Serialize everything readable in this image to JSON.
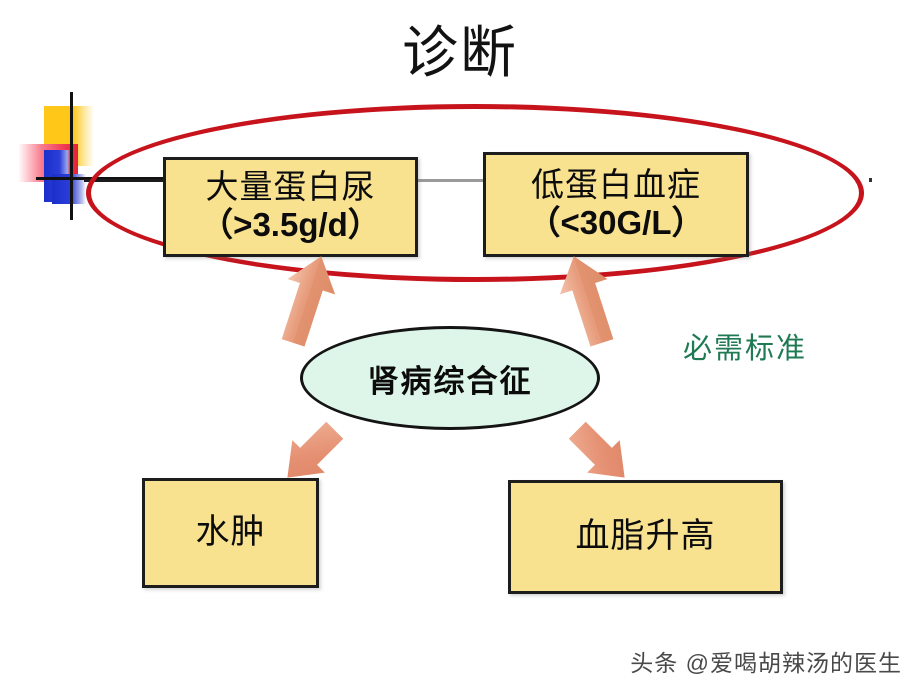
{
  "slide": {
    "title": "诊断",
    "background_color": "#FFFFFF"
  },
  "colors": {
    "box_fill": "#F8E28F",
    "box_border": "#1D1D1D",
    "highlight_ellipse": "#C6131C",
    "center_ellipse_fill": "#DEF5E9",
    "center_ellipse_border": "#141414",
    "arrow_fill": "#E49575",
    "arrow_highlight": "#F3BEA6",
    "required_label": "#1F7A53",
    "connector_black": "#1B1B1B",
    "connector_grey": "#9A9A9A"
  },
  "diagram": {
    "center_node": {
      "label": "肾病综合征",
      "shape": "ellipse"
    },
    "criteria_boxes": [
      {
        "name": "proteinuria",
        "line1": "大量蛋白尿",
        "line2": "（>3.5g/d）",
        "group": "required"
      },
      {
        "name": "hypoalbuminemia",
        "line1": "低蛋白血症",
        "line2": "（<30G/L）",
        "group": "required"
      },
      {
        "name": "edema",
        "line1": "水肿",
        "line2": "",
        "group": "secondary"
      },
      {
        "name": "hyperlipidemia",
        "line1": "血脂升高",
        "line2": "",
        "group": "secondary"
      }
    ],
    "annotations": [
      {
        "name": "required-criteria",
        "text": "必需标准",
        "color": "#1F7A53"
      }
    ],
    "arrows": [
      {
        "name": "arrow-to-proteinuria",
        "direction": "up-left-to-up",
        "from": "center_node",
        "to": "proteinuria"
      },
      {
        "name": "arrow-to-hypoalbuminemia",
        "direction": "up-right",
        "from": "center_node",
        "to": "hypoalbuminemia"
      },
      {
        "name": "arrow-to-edema",
        "direction": "down-left",
        "from": "center_node",
        "to": "edema"
      },
      {
        "name": "arrow-to-hyperlipidemia",
        "direction": "down-right",
        "from": "center_node",
        "to": "hyperlipidemia"
      }
    ],
    "highlight": {
      "name": "red-ellipse-highlight",
      "encircles": [
        "proteinuria",
        "hypoalbuminemia"
      ],
      "color": "#C6131C"
    }
  },
  "decoration": {
    "logo_name": "corner-square-logo"
  },
  "watermark": {
    "text": "头条 @爱喝胡辣汤的医生"
  }
}
